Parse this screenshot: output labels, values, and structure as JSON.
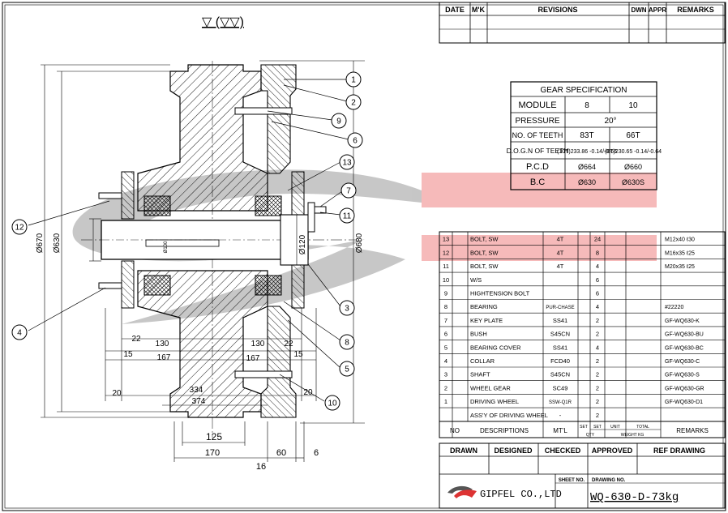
{
  "surface_symbol": "▽ (▽▽)",
  "revisions": {
    "headers": [
      "DATE",
      "M'K",
      "REVISIONS",
      "DWN",
      "APPR",
      "REMARKS"
    ]
  },
  "gear_spec": {
    "title": "GEAR SPECIFICATION",
    "rows": [
      {
        "label": "MODULE",
        "a": "8",
        "b": "10"
      },
      {
        "label": "PRESSURE",
        "a": "20°",
        "b": ""
      },
      {
        "label": "NO. OF TEETH",
        "a": "83T",
        "b": "66T"
      },
      {
        "label": "D.O.G.N OF TEETH",
        "a": "(10T)233.86 -0.14/-0.66",
        "b": "(8T)230.65 -0.14/-0.64"
      },
      {
        "label": "P.C.D",
        "a": "Ø664",
        "b": "Ø660"
      },
      {
        "label": "B.C",
        "a": "Ø630",
        "b": "Ø630S"
      }
    ]
  },
  "parts_list": {
    "rows": [
      {
        "no": "13",
        "desc": "BOLT, SW",
        "mtl": "4T",
        "qty": "24",
        "remarks": "M12x40 ℓ30"
      },
      {
        "no": "12",
        "desc": "BOLT, SW",
        "mtl": "4T",
        "qty": "8",
        "remarks": "M16x35 ℓ25"
      },
      {
        "no": "11",
        "desc": "BOLT, SW",
        "mtl": "4T",
        "qty": "4",
        "remarks": "M20x35 ℓ25"
      },
      {
        "no": "10",
        "desc": "W/S",
        "mtl": "",
        "qty": "6",
        "remarks": ""
      },
      {
        "no": "9",
        "desc": "HIGHTENSION BOLT",
        "mtl": "",
        "qty": "6",
        "remarks": ""
      },
      {
        "no": "8",
        "desc": "BEARING",
        "mtl": "PUR-CHASE",
        "qty": "4",
        "remarks": "#22220"
      },
      {
        "no": "7",
        "desc": "KEY PLATE",
        "mtl": "SS41",
        "qty": "2",
        "remarks": "GF-WQ630-K"
      },
      {
        "no": "6",
        "desc": "BUSH",
        "mtl": "S45CN",
        "qty": "2",
        "remarks": "GF-WQ630-BU"
      },
      {
        "no": "5",
        "desc": "BEARING COVER",
        "mtl": "SS41",
        "qty": "4",
        "remarks": "GF-WQ630-BC"
      },
      {
        "no": "4",
        "desc": "COLLAR",
        "mtl": "FCD40",
        "qty": "2",
        "remarks": "GF-WQ630-C"
      },
      {
        "no": "3",
        "desc": "SHAFT",
        "mtl": "S45CN",
        "qty": "2",
        "remarks": "GF-WQ630-S"
      },
      {
        "no": "2",
        "desc": "WHEEL GEAR",
        "mtl": "SC49",
        "qty": "2",
        "remarks": "GF-WQ630-GR"
      },
      {
        "no": "1",
        "desc": "DRIVING WHEEL",
        "mtl": "SSW-Q1R",
        "qty": "2",
        "remarks": "GF-WQ630-D1"
      },
      {
        "no": "",
        "desc": "ASS'Y OF DRIVING WHEEL",
        "mtl": "-",
        "qty": "2",
        "remarks": ""
      }
    ],
    "headers": {
      "no": "NO",
      "desc": "DESCRIPTIONS",
      "mtl": "MT'L",
      "set1": "SET",
      "set2": "SET",
      "unit": "UNIT",
      "total": "TOTAL",
      "qty": "QTY",
      "weight": "WEIGHT KG",
      "remarks": "REMARKS"
    }
  },
  "title_block": {
    "drawn": "DRAWN",
    "designed": "DESIGNED",
    "checked": "CHECKED",
    "approved": "APPROVED",
    "ref_drawing": "REF DRAWING",
    "sheet_no_label": "SHEET NO.",
    "drawing_no_label": "DRAWING NO.",
    "company": "GIPFEL CO.,LTD",
    "drawing_no": "WQ-630-D-73kg"
  },
  "dimensions": {
    "d670": "Ø670",
    "d630": "Ø630",
    "d680": "Ø680",
    "d120": "Ø120",
    "d100": "Ø100",
    "d22a": "22",
    "d22b": "22",
    "d130a": "130",
    "d130b": "130",
    "d15a": "15",
    "d15b": "15",
    "d167a": "167",
    "d167b": "167",
    "d20a": "20",
    "d20b": "20",
    "d334": "334",
    "d374": "374",
    "d125": "125",
    "d170": "170",
    "d60": "60",
    "d6": "6",
    "d16": "16"
  },
  "balloons": [
    "1",
    "2",
    "3",
    "4",
    "5",
    "6",
    "7",
    "8",
    "9",
    "10",
    "11",
    "12",
    "13"
  ],
  "colors": {
    "watermark_red": "#f4a9a9",
    "watermark_gray": "#b9b9b9",
    "hatch": "#000000"
  }
}
